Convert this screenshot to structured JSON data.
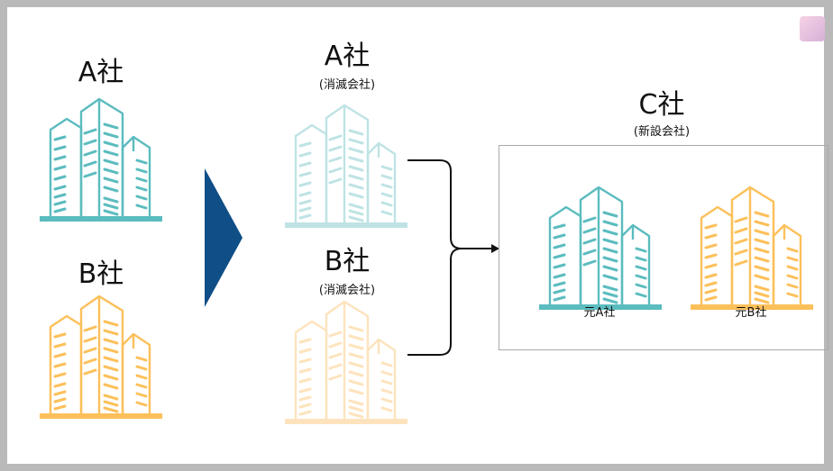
{
  "left": {
    "company_a": "A社",
    "company_b": "B社"
  },
  "middle": {
    "company_a": "A社",
    "company_a_note": "(消滅会社)",
    "company_b": "B社",
    "company_b_note": "(消滅会社)"
  },
  "right": {
    "company_c": "C社",
    "company_c_note": "(新設会社)",
    "former_a": "元A社",
    "former_b": "元B社"
  },
  "colors": {
    "teal": "#5bbcbf",
    "orange": "#fcc05a",
    "teal_faded": "#bfe3e4",
    "orange_faded": "#fde3bd",
    "arrow": "#0f4e86",
    "line": "#111111"
  },
  "icons": {
    "building": "office-buildings-icon",
    "arrow": "triangle-arrow-icon",
    "corner": "app-logo-icon"
  }
}
